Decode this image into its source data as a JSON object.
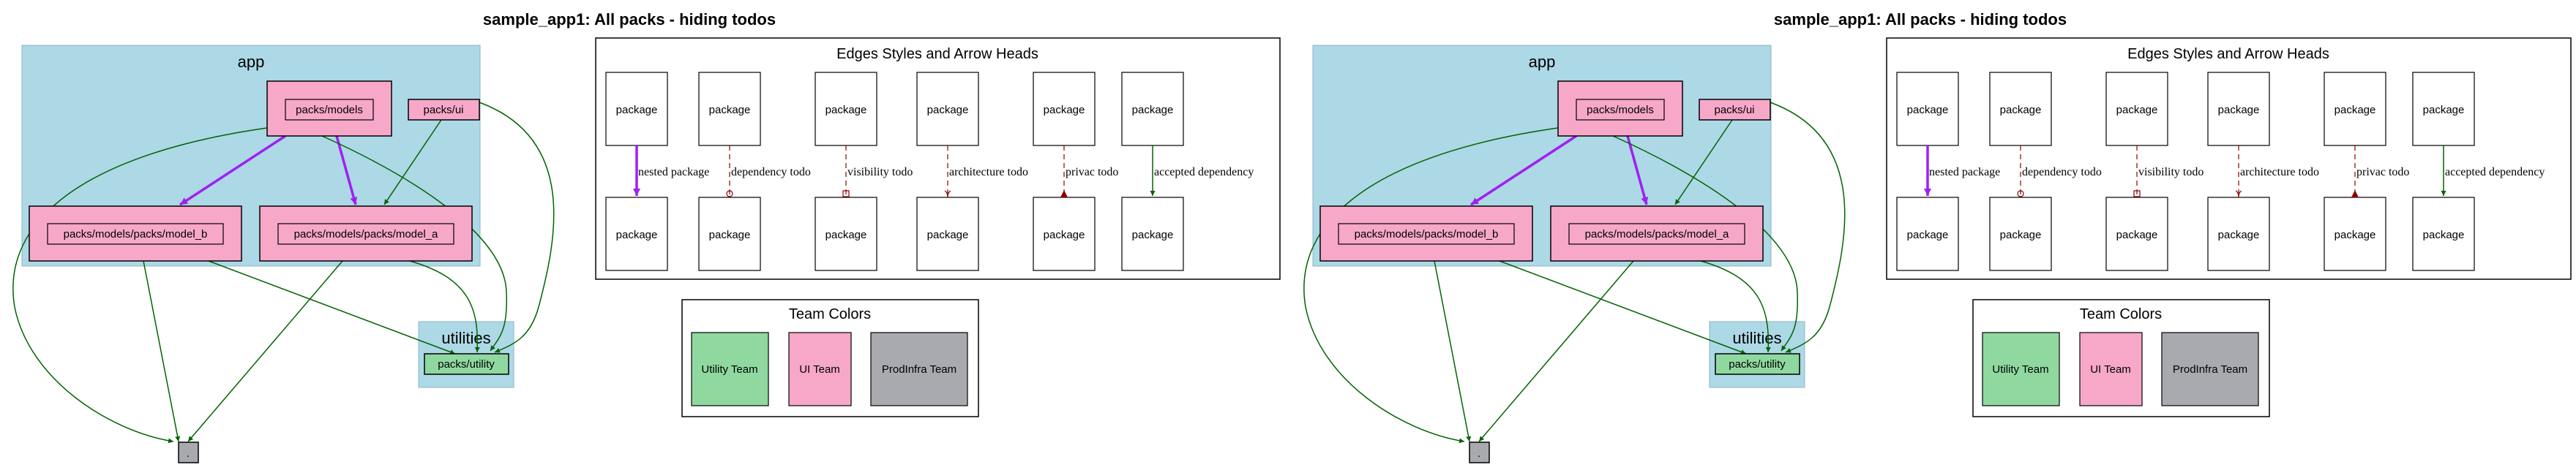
{
  "diagram": {
    "title": "sample_app1: All packs - hiding todos",
    "app_cluster_label": "app",
    "utilities_cluster_label": "utilities",
    "nodes": {
      "packs_models": "packs/models",
      "packs_ui": "packs/ui",
      "model_b": "packs/models/packs/model_b",
      "model_a": "packs/models/packs/model_a",
      "packs_utility": "packs/utility",
      "root": "."
    }
  },
  "legend_edges": {
    "title": "Edges Styles and Arrow Heads",
    "package_label": "package",
    "labels": {
      "nested": "nested package",
      "dependency": "dependency todo",
      "visibility": "visibility todo",
      "architecture": "architecture todo",
      "privacy": "privac todo",
      "accepted": "accepted dependency"
    }
  },
  "legend_teams": {
    "title": "Team Colors",
    "utility": "Utility Team",
    "ui": "UI Team",
    "prodinfra": "ProdInfra Team"
  },
  "colors": {
    "cluster_bg": "#add8e6",
    "ui_team": "#f7a8c8",
    "utility_team": "#8fd9a0",
    "prodinfra_team": "#a9a9b0",
    "nested_edge": "#a020f0",
    "dependency_edge": "#006400",
    "todo_edge": "#8b0000"
  }
}
